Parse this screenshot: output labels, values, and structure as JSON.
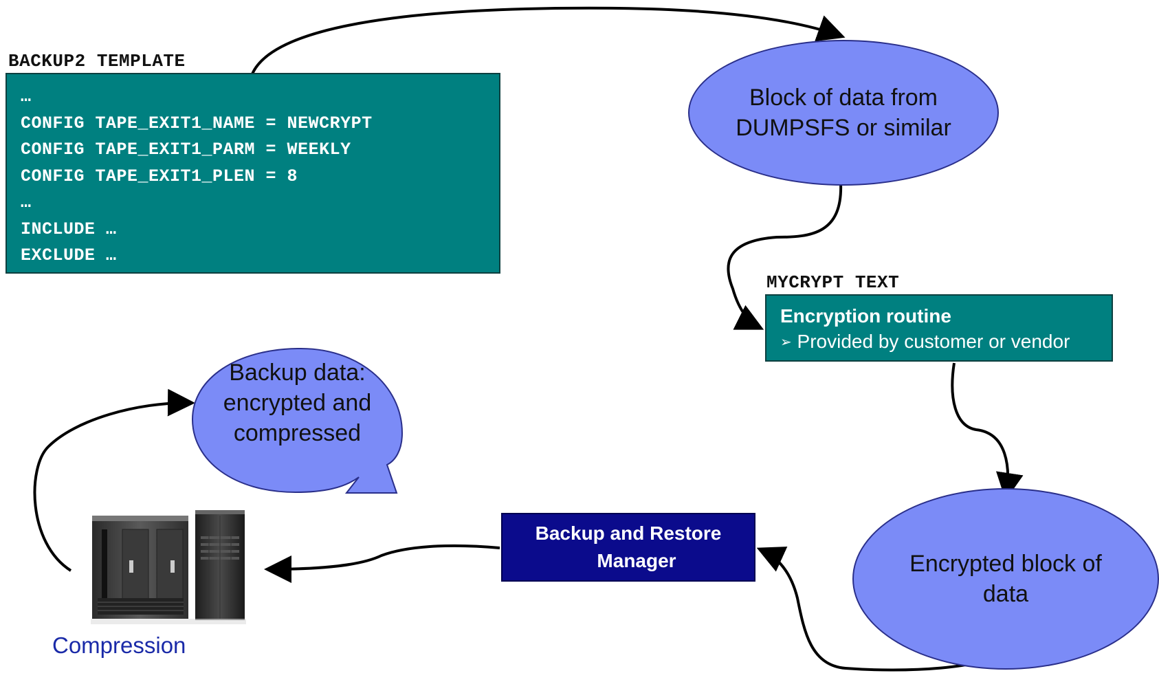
{
  "template_title": "BACKUP2 TEMPLATE",
  "template_lines": [
    "…",
    "CONFIG TAPE_EXIT1_NAME = NEWCRYPT",
    "CONFIG TAPE_EXIT1_PARM = WEEKLY",
    "CONFIG TAPE_EXIT1_PLEN = 8",
    "…",
    "INCLUDE …",
    "EXCLUDE …"
  ],
  "block_data": {
    "line1": "Block of data from",
    "line2": "DUMPSFS or similar"
  },
  "crypt_title": "MYCRYPT TEXT",
  "crypt_box": {
    "title": "Encryption routine",
    "bullet": "Provided by customer or vendor"
  },
  "encrypted_block": {
    "line1": "Encrypted block of",
    "line2": "data"
  },
  "brm": {
    "line1": "Backup and Restore",
    "line2": "Manager"
  },
  "backup_bubble": {
    "line1": "Backup data:",
    "line2": "encrypted and",
    "line3": "compressed"
  },
  "compression_label": "Compression",
  "colors": {
    "teal_box": "#008080",
    "ellipse_fill": "#7b8bf7",
    "manager_box": "#0b0b8c",
    "compression_text": "#1a2aa8"
  },
  "icons": {
    "bullet": "arrowhead-bullet",
    "hardware": "tape-library-hardware-icon"
  }
}
